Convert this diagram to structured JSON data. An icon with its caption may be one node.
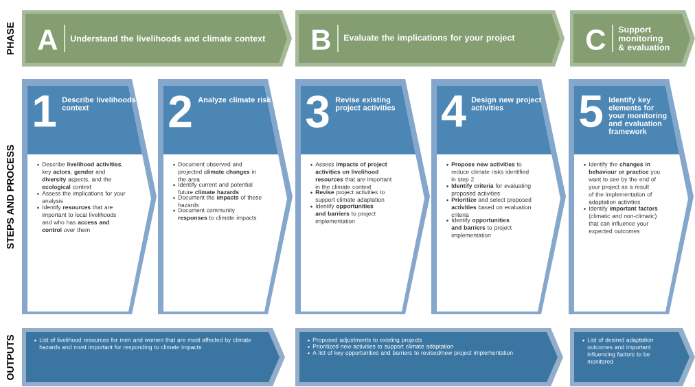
{
  "diagram": {
    "nodes": [
      {
        "text": [
          "A",
          "Understand the livelihoods and climate context"
        ]
      },
      {
        "text": [
          "B",
          "Evaluate the implications for your project"
        ]
      },
      {
        "text": [
          "C",
          "Support monitoring & evaluation"
        ]
      },
      {
        "text": [
          "1",
          "Describe livelihoods context",
          "Describe **livelihood activities**, key **actors**, **gender** and **diversity** aspects, and the **ecological** context",
          "Assess the implications for your analysis",
          "Identify **resources** that are important to local livelihoods and who has **access and control** over them"
        ]
      },
      {
        "text": [
          "2",
          "Analyze climate risk",
          "Document observed and projected **climate changes** in the area",
          "Identify current and potential future **climate hazards**",
          "Document the **impacts** of these hazards",
          "Document community **responses** to climate impacts"
        ]
      },
      {
        "text": [
          "3",
          "Revise existing project activities",
          "Assess **impacts of project activities on livelihood resources** that are important in the climate context",
          "**Revise** project activities to support climate adaptation",
          "Identify **opportunities and barriers** to project implementation"
        ]
      },
      {
        "text": [
          "4",
          "Design new project activities",
          "**Propose new activities** to reduce climate risks identified in step 2",
          "**Identify criteria** for evaluating proposed activities",
          "**Prioritize** and select proposed **activities** based on evaluation criteria",
          "Identify **opportunities and barriers** to project implementation"
        ]
      },
      {
        "text": [
          "5",
          "Identify key elements for your monitoring and evaluation framework",
          "Identify the **changes in behaviour or practice** you want to see by the end of your project as a result of the implementation of adaptation activities",
          "Identify **important factors** (climatic and non-climatic) that can influence your expected outcomes"
        ]
      },
      {
        "text": [
          "List of livelihood resources for men and women that are most affected by climate hazards and most important for responding to climate impacts"
        ]
      },
      {
        "text": [
          "Proposed adjustments to existing projects",
          "Prioritized new activities to support climate adaptation",
          "A list of key opportunities and barriers to revised/new project implementation"
        ]
      },
      {
        "text": [
          "List of desired adaptation outcomes and important influencing factors to be monitored"
        ]
      }
    ],
    "labels": [
      "PHASE",
      "STEPS AND PROCESS",
      "OUTPUTS"
    ]
  }
}
